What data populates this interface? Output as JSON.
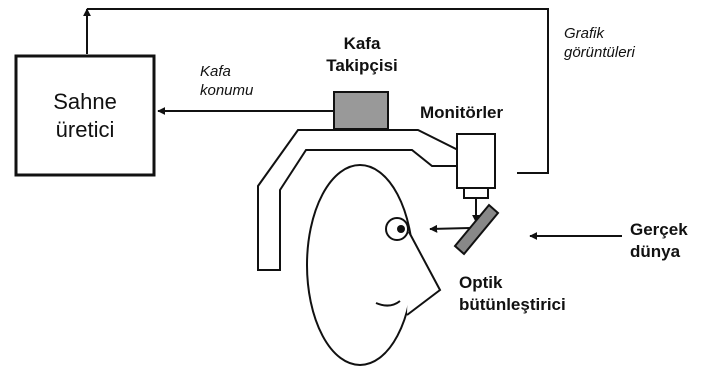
{
  "labels": {
    "scene_generator_line1": "Sahne",
    "scene_generator_line2": "üretici",
    "head_tracker_line1": "Kafa",
    "head_tracker_line2": "Takipçisi",
    "monitors": "Monitörler",
    "head_position_line1": "Kafa",
    "head_position_line2": "konumu",
    "graphic_images_line1": "Grafik",
    "graphic_images_line2": "görüntüleri",
    "real_world_line1": "Gerçek",
    "real_world_line2": "dünya",
    "optical_combiner_line1": "Optik",
    "optical_combiner_line2": "bütünleştirici"
  },
  "colors": {
    "stroke": "#111111",
    "tracker_fill": "#999999",
    "background": "#ffffff"
  }
}
